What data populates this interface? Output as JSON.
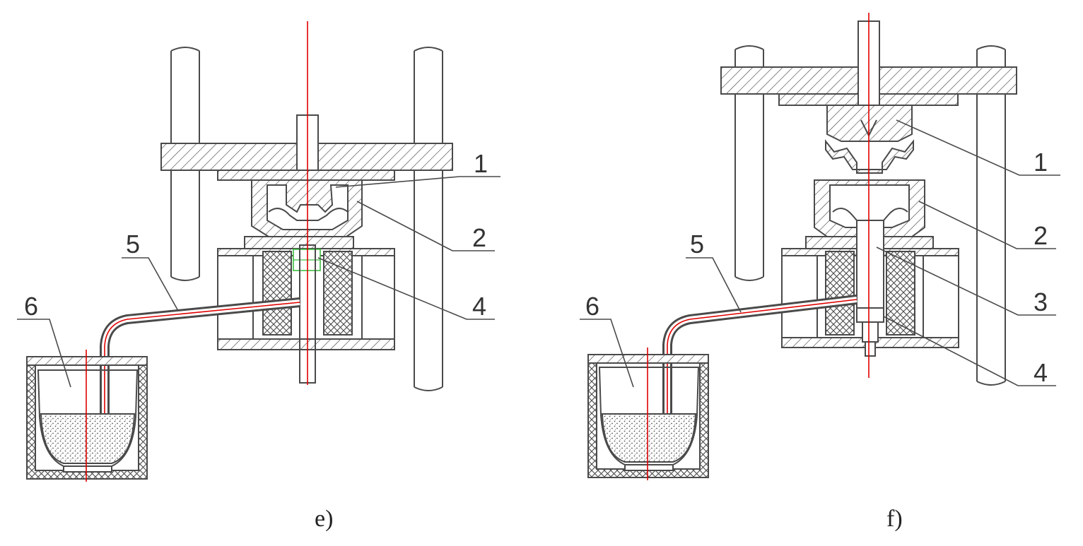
{
  "panels": [
    {
      "caption": "e)",
      "labels": [
        "1",
        "2",
        "4",
        "5",
        "6"
      ]
    },
    {
      "caption": "f)",
      "labels": [
        "1",
        "2",
        "3",
        "4",
        "5",
        "6"
      ]
    }
  ]
}
